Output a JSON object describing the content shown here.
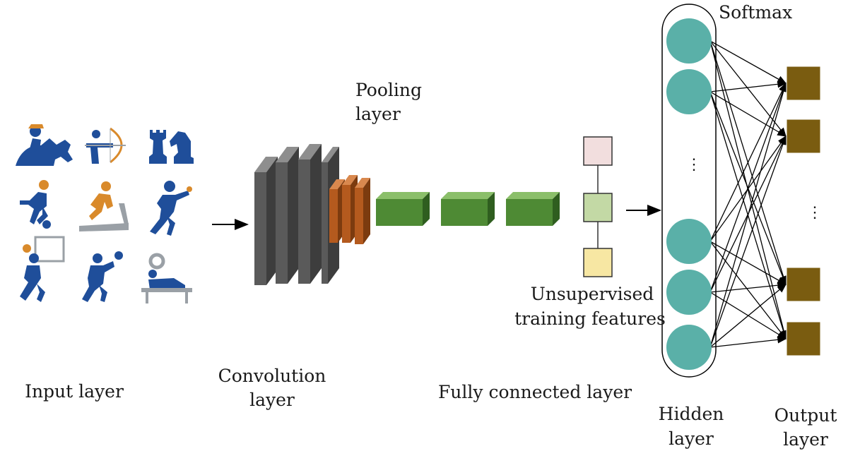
{
  "labels": {
    "input_layer": "Input layer",
    "convolution_layer_1": "Convolution",
    "convolution_layer_2": "layer",
    "pooling_layer_1": "Pooling",
    "pooling_layer_2": "layer",
    "fully_connected_layer": "Fully connected layer",
    "unsupervised_1": "Unsupervised",
    "unsupervised_2": "training features",
    "softmax": "Softmax",
    "hidden_layer_1": "Hidden",
    "hidden_layer_2": "layer",
    "output_layer_1": "Output",
    "output_layer_2": "layer",
    "hidden_ellipsis": "⋮",
    "output_ellipsis": "⋮"
  },
  "input_icons": [
    "equestrian-icon",
    "archery-icon",
    "chess-icon",
    "football-icon",
    "treadmill-icon",
    "baseball-icon",
    "basketball-icon",
    "table-tennis-icon",
    "weightlifting-icon"
  ],
  "colors": {
    "sport_blue": "#1f4e9a",
    "sport_orange": "#d98a2b",
    "sport_gray": "#9aa0a6",
    "conv_gray": "#5a5a5a",
    "pool_brown": "#b45a1e",
    "fc_green": "#4e8a34",
    "feature_pink": "#f2dede",
    "feature_green": "#c3d9a5",
    "feature_yellow": "#f7e7a3",
    "hidden_teal": "#5ab0a8",
    "output_olive": "#7a5c10"
  }
}
